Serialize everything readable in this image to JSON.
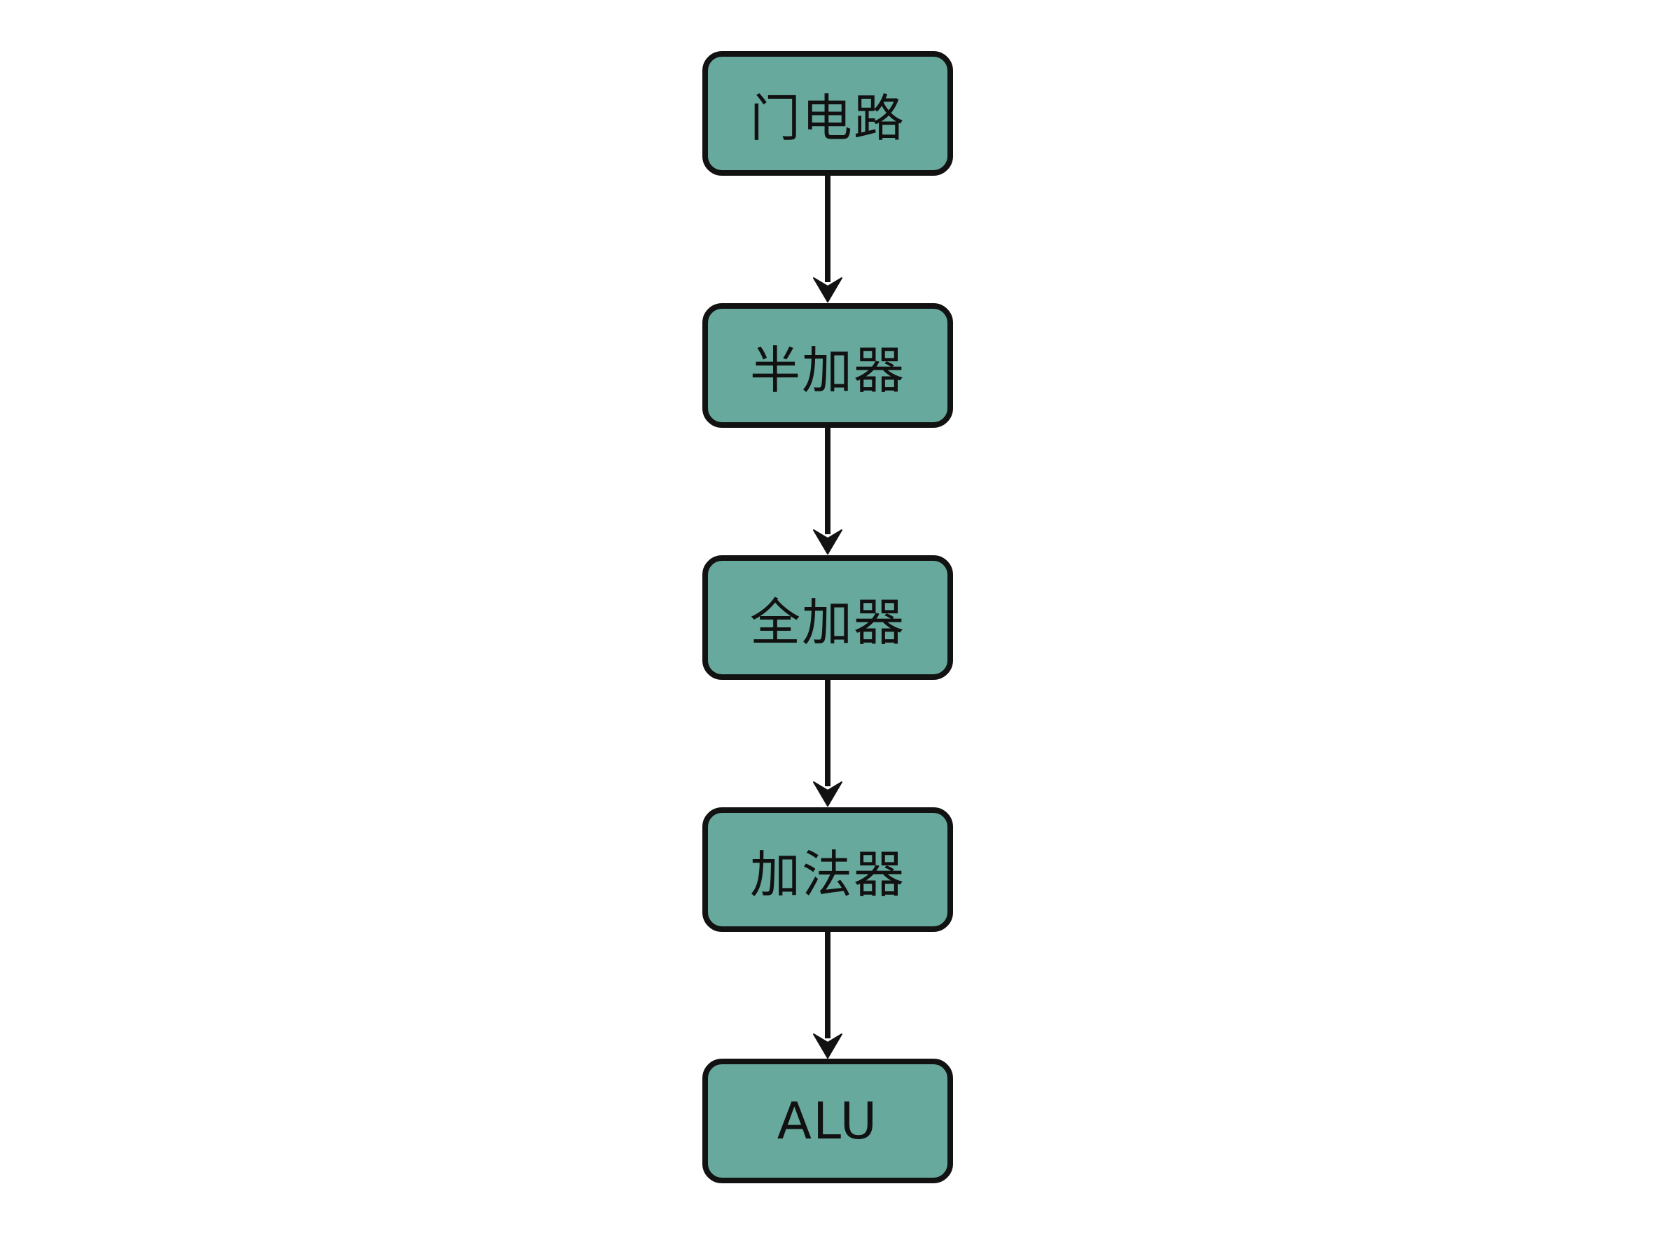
{
  "diagram": {
    "type": "flowchart",
    "direction": "top-down",
    "nodes": [
      {
        "id": "gate-circuit",
        "label": "门电路"
      },
      {
        "id": "half-adder",
        "label": "半加器"
      },
      {
        "id": "full-adder",
        "label": "全加器"
      },
      {
        "id": "adder",
        "label": "加法器"
      },
      {
        "id": "alu",
        "label": "ALU"
      }
    ],
    "edges": [
      {
        "from": "gate-circuit",
        "to": "half-adder",
        "style": "arrow-down"
      },
      {
        "from": "half-adder",
        "to": "full-adder",
        "style": "arrow-down"
      },
      {
        "from": "full-adder",
        "to": "adder",
        "style": "arrow-down"
      },
      {
        "from": "adder",
        "to": "alu",
        "style": "arrow-down"
      }
    ],
    "colors": {
      "background": "#ffffff",
      "node_fill": "#68a99d",
      "node_border": "#121212",
      "arrow": "#121212",
      "text": "#111111"
    }
  }
}
